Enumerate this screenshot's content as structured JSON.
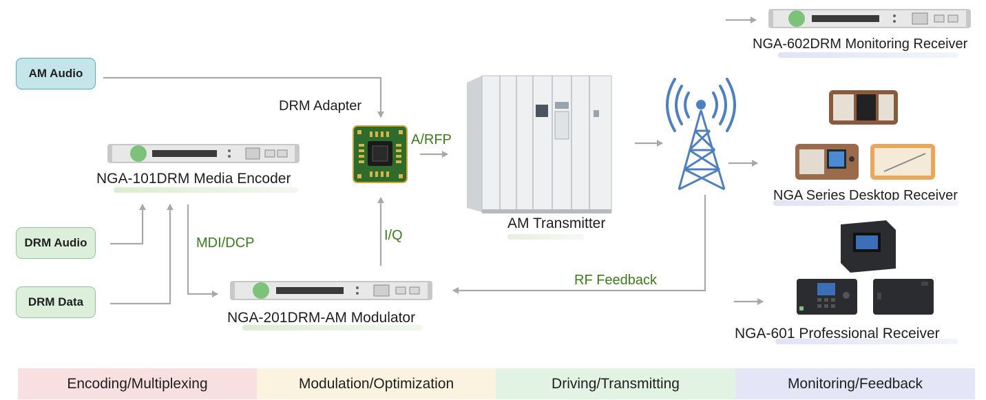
{
  "inputs": {
    "am_audio": "AM Audio",
    "drm_audio": "DRM Audio",
    "drm_data": "DRM Data"
  },
  "devices": {
    "encoder": "NGA-101DRM Media Encoder",
    "modulator": "NGA-201DRM-AM Modulator",
    "adapter": "DRM Adapter",
    "transmitter": "AM Transmitter",
    "monitoring_receiver": "NGA-602DRM Monitoring Receiver",
    "desktop_receiver": "NGA Series Desktop Receiver",
    "professional_receiver": "NGA-601 Professional Receiver"
  },
  "signals": {
    "arfp": "A/RFP",
    "iq": "I/Q",
    "mdi_dcp": "MDI/DCP",
    "rf_feedback": "RF Feedback"
  },
  "stages": [
    {
      "label": "Encoding/Multiplexing",
      "color": "#f9e0e0"
    },
    {
      "label": "Modulation/Optimization",
      "color": "#fbf3df"
    },
    {
      "label": "Driving/Transmitting",
      "color": "#e2f3e4"
    },
    {
      "label": "Monitoring/Feedback",
      "color": "#e4e6f8"
    }
  ],
  "colors": {
    "arrow": "#a8a8a8",
    "signal_label": "#3d7a1e",
    "tower": "#4f7fbf"
  }
}
